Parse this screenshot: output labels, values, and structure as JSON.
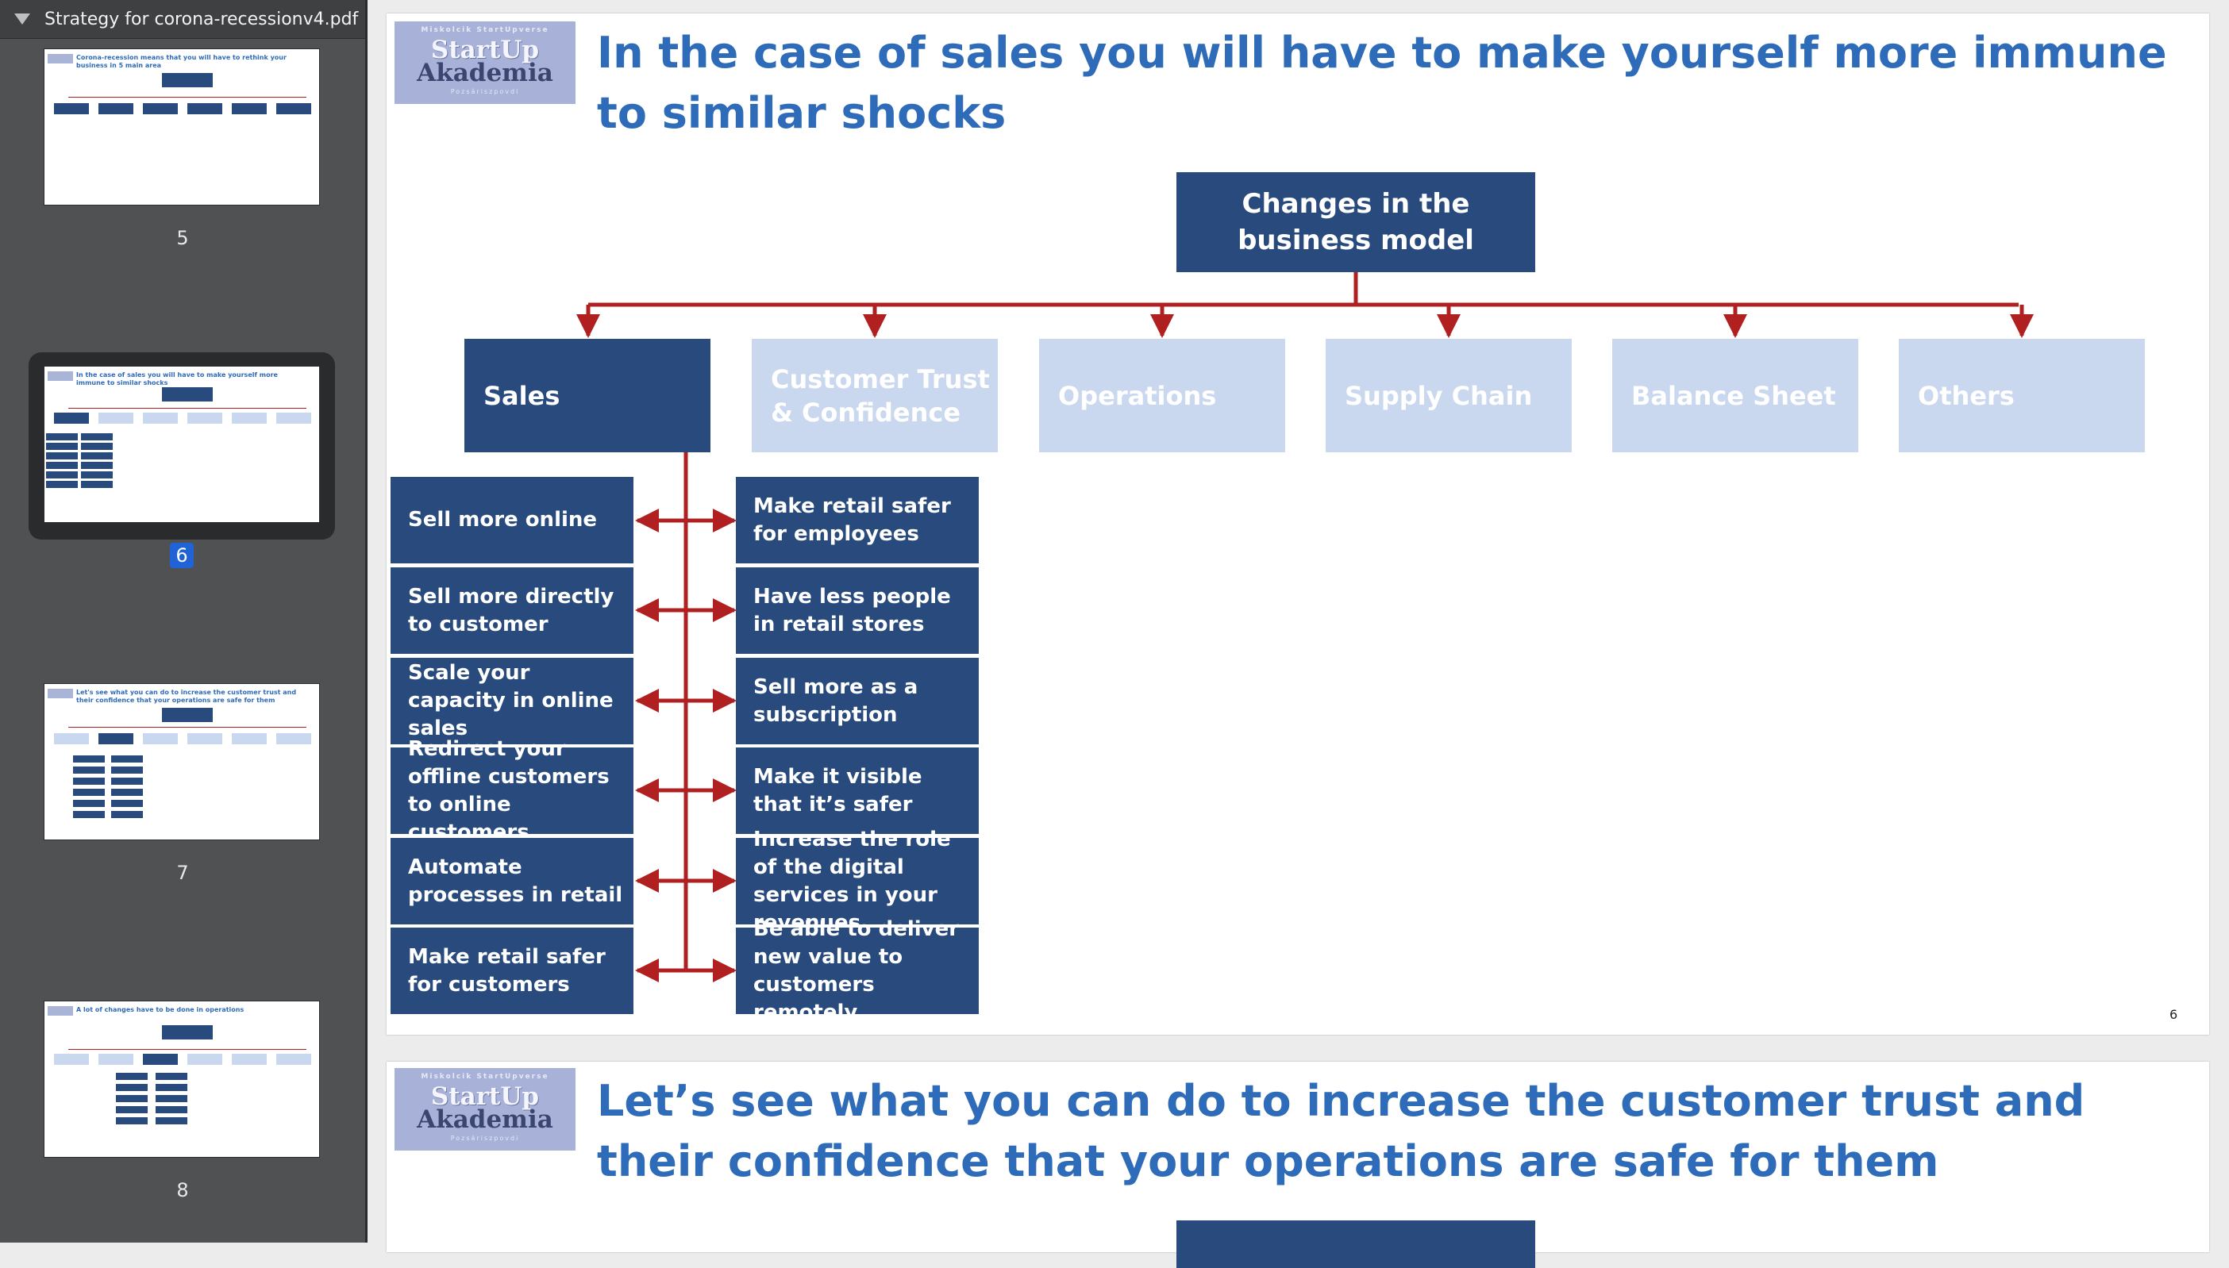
{
  "document": {
    "title": "Strategy for corona-recessionv4.pdf"
  },
  "sidebar": {
    "thumbnails": [
      {
        "page": "5",
        "title": "Corona-recession means that you will have to rethink your business in 5 main area"
      },
      {
        "page": "6",
        "title": "In the case of sales you will have to make yourself more immune to similar shocks",
        "selected": true
      },
      {
        "page": "7",
        "title": "Let's see what you can do to increase the customer trust and their confidence that your operations are safe for them"
      },
      {
        "page": "8",
        "title": "A lot of changes have to be done in operations"
      }
    ]
  },
  "logo": {
    "top_text": "Miskolcik StartUpverse",
    "line1": "StartUp",
    "line2": "Akademia",
    "bottom_text": "Pozsáriszpovdi"
  },
  "slide6": {
    "title": "In the case of sales you will have to make yourself more immune to similar shocks",
    "root": "Changes in the business model",
    "categories": [
      "Sales",
      "Customer Trust & Confidence",
      "Operations",
      "Supply Chain",
      "Balance Sheet",
      "Others"
    ],
    "left_actions": [
      "Sell more online",
      "Sell more directly to customer",
      "Scale your capacity in online sales",
      "Redirect your offline customers to online customers",
      "Automate processes in retail",
      "Make retail safer for customers"
    ],
    "right_actions": [
      "Make retail safer for employees",
      "Have less people in retail stores",
      "Sell more as a subscription",
      "Make it visible that it’s safer",
      "Increase the role of the digital services in your revenues",
      "Be able to deliver new value to customers remotely"
    ],
    "page_number": "6"
  },
  "slide7": {
    "title": "Let’s see what you can do to increase the customer trust and their confidence that your operations are safe for them"
  },
  "colors": {
    "dark_box": "#284a7c",
    "light_box": "#c9d7ef",
    "connector": "#b02020",
    "title": "#2e6bb8"
  }
}
